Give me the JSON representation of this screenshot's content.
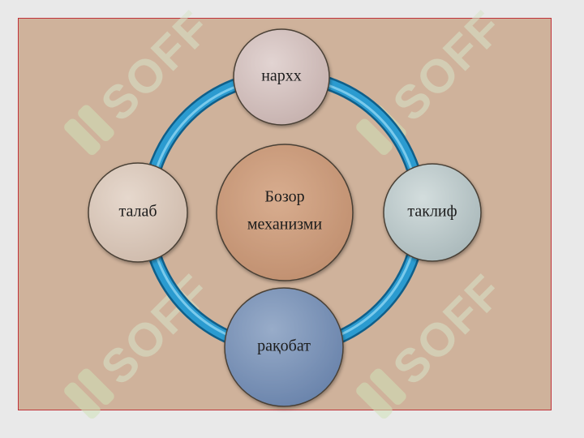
{
  "diagram": {
    "center": {
      "line1": "Бозор",
      "line2": "механизми"
    },
    "nodes": {
      "top": "нархх",
      "right": "таклиф",
      "bottom": "рақобат",
      "left": "талаб"
    }
  },
  "watermark": {
    "text": "SOFF"
  },
  "colors": {
    "panel": "#cfb29b",
    "ring": "#1f8fc5",
    "center_fill": "#c8997a",
    "top_fill": "#cdbab7",
    "right_fill": "#b6c3c4",
    "bottom_fill": "#7690b6",
    "left_fill": "#d6c4b7"
  }
}
